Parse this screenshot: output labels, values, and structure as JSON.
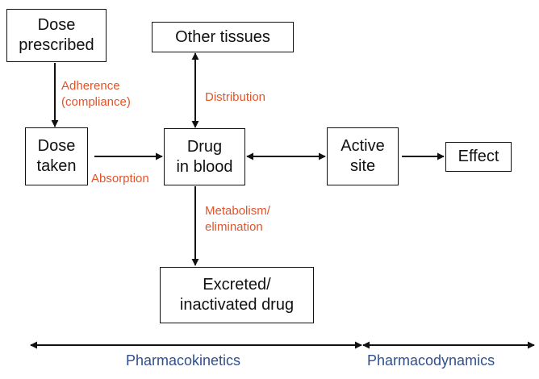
{
  "boxes": {
    "dose_prescribed": "Dose\nprescribed",
    "dose_taken": "Dose\ntaken",
    "drug_in_blood": "Drug\nin blood",
    "other_tissues": "Other tissues",
    "active_site": "Active\nsite",
    "effect": "Effect",
    "excreted": "Excreted/\ninactivated drug"
  },
  "edge_labels": {
    "adherence": "Adherence\n(compliance)",
    "absorption": "Absorption",
    "distribution": "Distribution",
    "metabolism": "Metabolism/\nelimination"
  },
  "phases": {
    "pharmacokinetics": "Pharmacokinetics",
    "pharmacodynamics": "Pharmacodynamics"
  },
  "colors": {
    "edge_label": "#e2542a",
    "phase_label": "#2f4f8f",
    "line": "#111111"
  }
}
